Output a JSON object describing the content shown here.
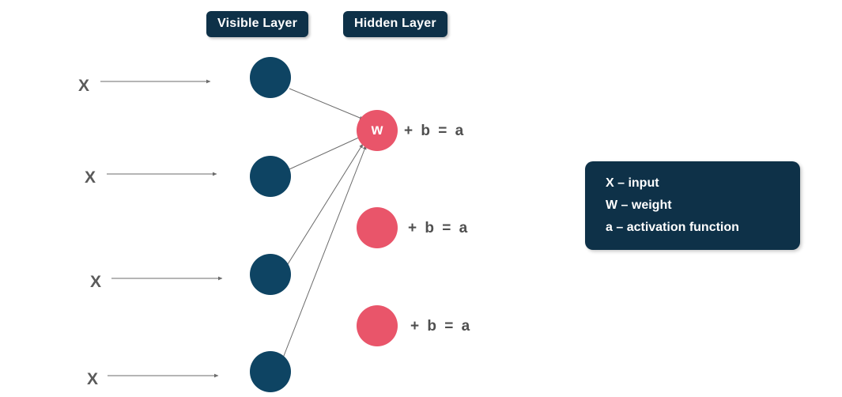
{
  "diagram": {
    "title": "Neural network visible and hidden layer diagram",
    "colors": {
      "visible_node": "#0E4463",
      "hidden_node": "#E9556A",
      "badge_background": "#0E3148",
      "edge": "#6B6B6B",
      "text_gray": "#5A5A5A",
      "background": "#FFFFFF"
    },
    "badges": [
      {
        "id": "visible",
        "label": "Visible Layer"
      },
      {
        "id": "hidden",
        "label": "Hidden Layer"
      }
    ],
    "inputs": [
      {
        "label": "X"
      },
      {
        "label": "X"
      },
      {
        "label": "X"
      },
      {
        "label": "X"
      }
    ],
    "visible_nodes": [
      {
        "label": ""
      },
      {
        "label": ""
      },
      {
        "label": ""
      },
      {
        "label": ""
      }
    ],
    "hidden_nodes": [
      {
        "label": "w",
        "equation": "+ b  =  a"
      },
      {
        "label": "",
        "equation": "+ b  =  a"
      },
      {
        "label": "",
        "equation": "+ b  =  a"
      }
    ],
    "legend": {
      "rows": [
        "X – input",
        "W – weight",
        "a – activation function"
      ]
    }
  }
}
